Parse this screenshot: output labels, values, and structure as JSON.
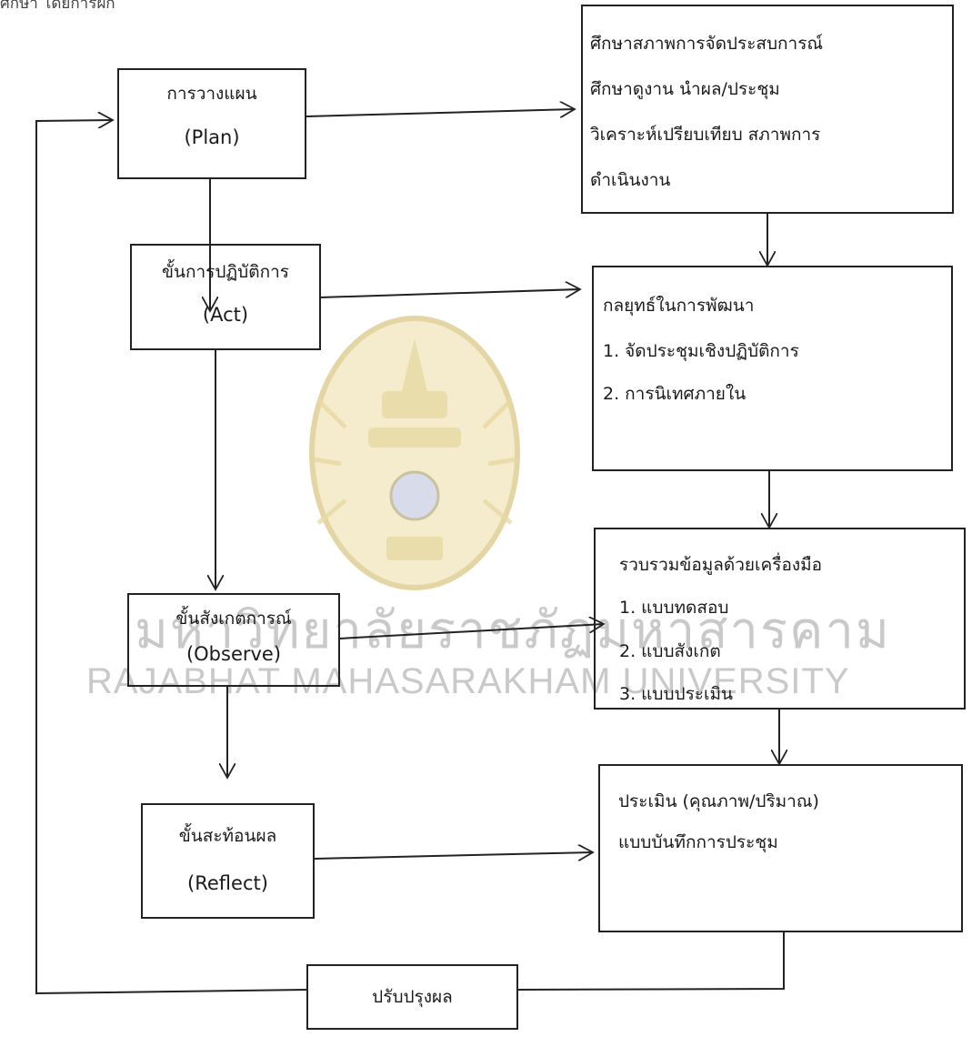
{
  "header": {
    "fragment": "ศึกษา โดยการฝึก"
  },
  "watermark": {
    "thai": "มหาวิทยาลัยราชภัฏมหาสารคาม",
    "english": "RAJABHAT MAHASARAKHAM UNIVERSITY"
  },
  "left_steps": [
    {
      "thai": "การวางแผน",
      "english": "(Plan)"
    },
    {
      "thai": "ขั้นการปฏิบัติการ",
      "english": "(Act)"
    },
    {
      "thai": "ขั้นสังเกตการณ์",
      "english": "(Observe)"
    },
    {
      "thai": "ขั้นสะท้อนผล",
      "english": "(Reflect)"
    }
  ],
  "right_boxes": {
    "study": {
      "lines": [
        "ศึกษาสภาพการจัดประสบการณ์",
        "ศึกษาดูงาน  นำผล/ประชุม",
        "วิเคราะห์เปรียบเทียบ สภาพการ",
        "ดำเนินงาน"
      ]
    },
    "strategy": {
      "title": "กลยุทธ์ในการพัฒนา",
      "items": [
        "1. จัดประชุมเชิงปฏิบัติการ",
        "2.  การนิเทศภายใน"
      ]
    },
    "collect": {
      "title": "รวบรวมข้อมูลด้วยเครื่องมือ",
      "items": [
        "1.  แบบทดสอบ",
        "2. แบบสังเกต",
        "3.  แบบประเมิน"
      ]
    },
    "evaluate": {
      "lines": [
        "ประเมิน  (คุณภาพ/ปริมาณ)",
        "แบบบันทึกการประชุม"
      ]
    }
  },
  "improve": {
    "label": "ปรับปรุงผล"
  }
}
